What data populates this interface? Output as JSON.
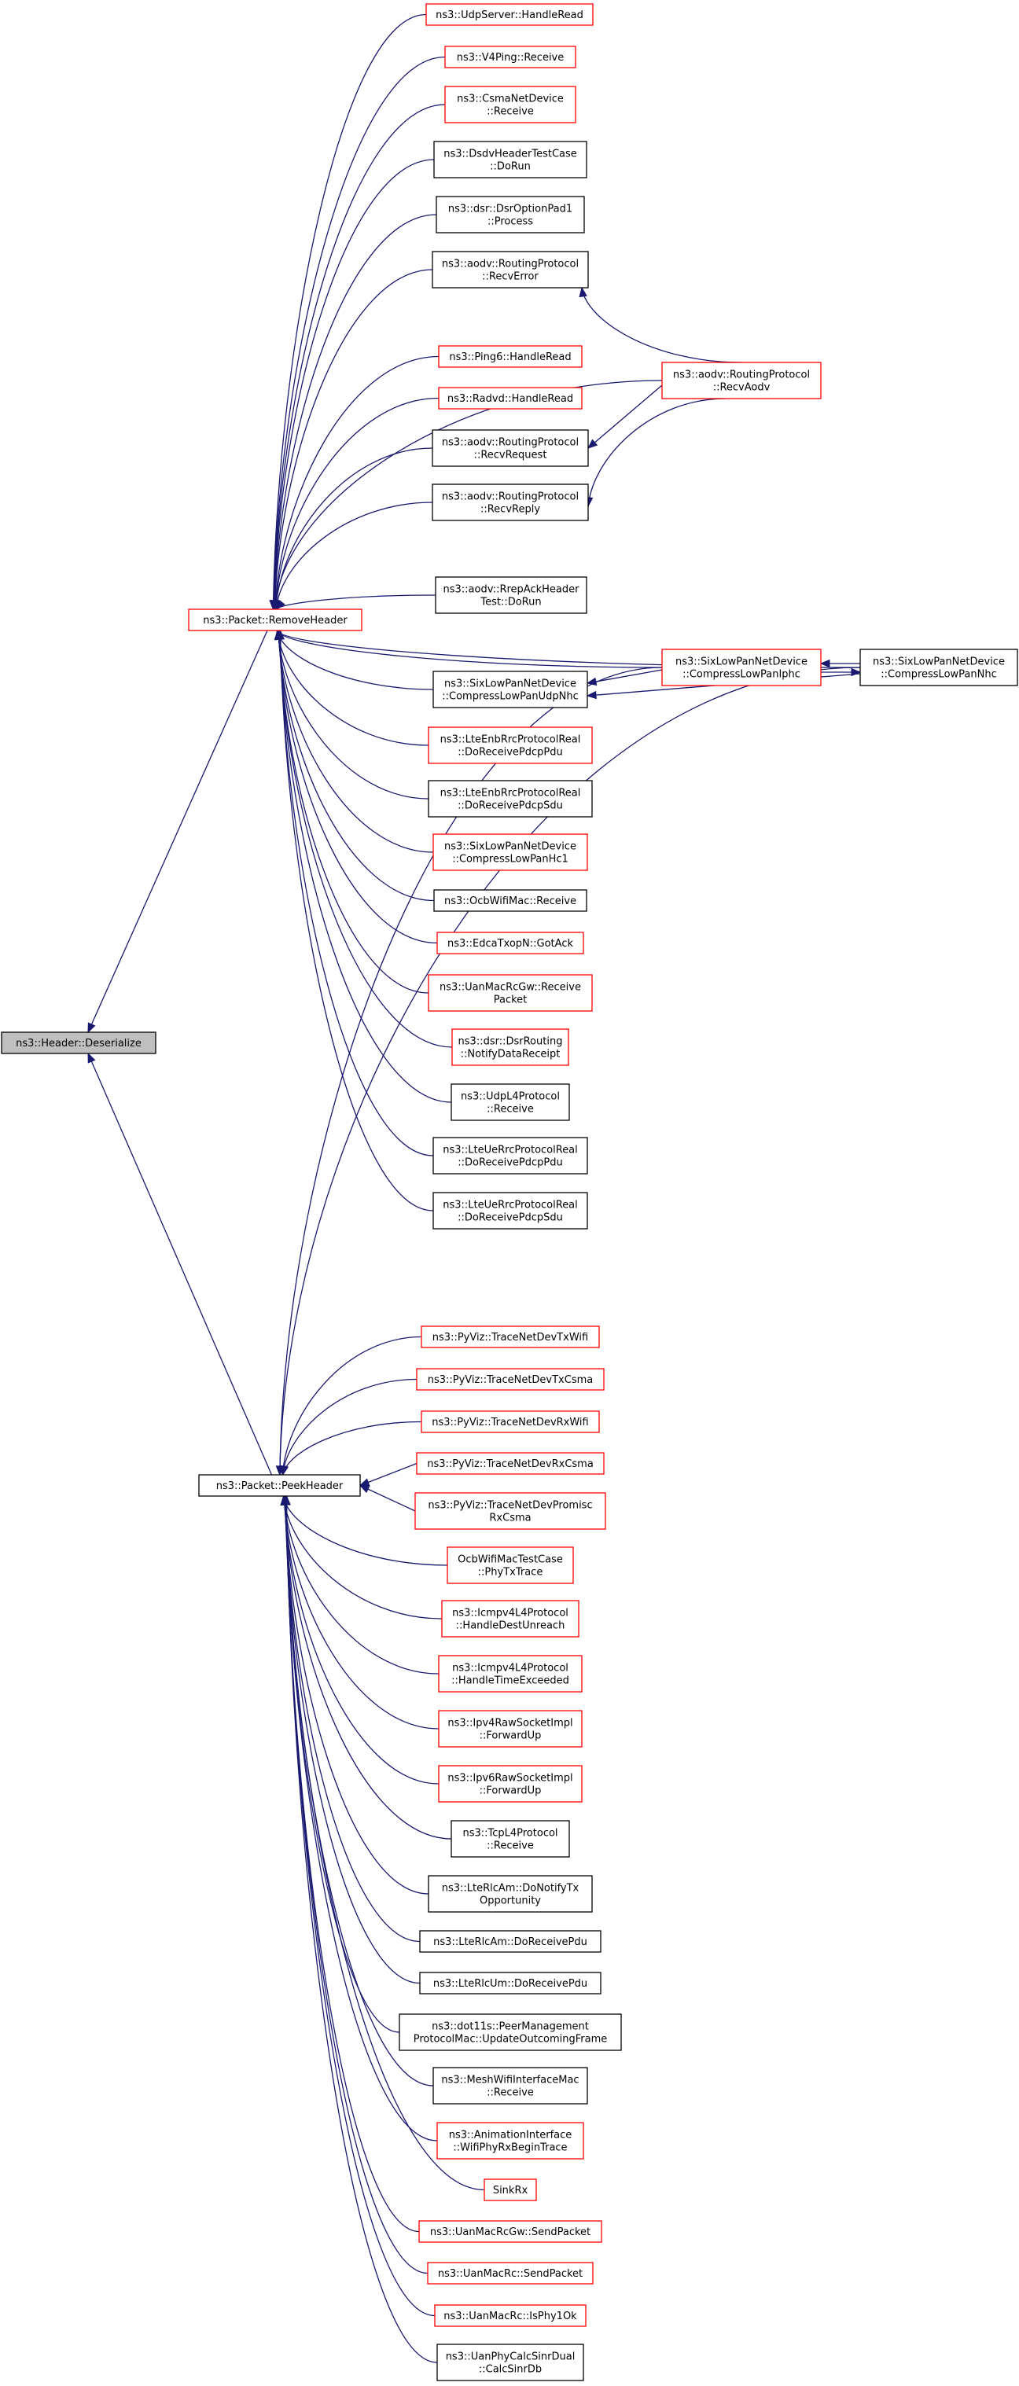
{
  "colors": {
    "edge": "#191970",
    "border_link": "#ff0000",
    "border_plain": "#000000",
    "root_fill": "#bfbfbf",
    "node_fill": "#ffffff"
  },
  "nodes": {
    "root": {
      "lines": [
        "ns3::Header::Deserialize"
      ],
      "style": "root"
    },
    "remove_header": {
      "lines": [
        "ns3::Packet::RemoveHeader"
      ],
      "style": "red"
    },
    "peek_header": {
      "lines": [
        "ns3::Packet::PeekHeader"
      ],
      "style": "black"
    },
    "udp_server": {
      "lines": [
        "ns3::UdpServer::HandleRead"
      ],
      "style": "red"
    },
    "v4ping": {
      "lines": [
        "ns3::V4Ping::Receive"
      ],
      "style": "red"
    },
    "csma_receive": {
      "lines": [
        "ns3::CsmaNetDevice",
        "::Receive"
      ],
      "style": "red"
    },
    "dsdv_test": {
      "lines": [
        "ns3::DsdvHeaderTestCase",
        "::DoRun"
      ],
      "style": "black"
    },
    "dsr_pad1": {
      "lines": [
        "ns3::dsr::DsrOptionPad1",
        "::Process"
      ],
      "style": "black"
    },
    "aodv_recverror": {
      "lines": [
        "ns3::aodv::RoutingProtocol",
        "::RecvError"
      ],
      "style": "black"
    },
    "ping6": {
      "lines": [
        "ns3::Ping6::HandleRead"
      ],
      "style": "red"
    },
    "radvd": {
      "lines": [
        "ns3::Radvd::HandleRead"
      ],
      "style": "red"
    },
    "aodv_recvrequest": {
      "lines": [
        "ns3::aodv::RoutingProtocol",
        "::RecvRequest"
      ],
      "style": "black"
    },
    "aodv_recvreply": {
      "lines": [
        "ns3::aodv::RoutingProtocol",
        "::RecvReply"
      ],
      "style": "black"
    },
    "aodv_recvaodv": {
      "lines": [
        "ns3::aodv::RoutingProtocol",
        "::RecvAodv"
      ],
      "style": "red"
    },
    "rrepack_test": {
      "lines": [
        "ns3::aodv::RrepAckHeader",
        "Test::DoRun"
      ],
      "style": "black"
    },
    "sixlowpan_nhc": {
      "lines": [
        "ns3::SixLowPanNetDevice",
        "::CompressLowPanNhc"
      ],
      "style": "black"
    },
    "sixlowpan_iphc": {
      "lines": [
        "ns3::SixLowPanNetDevice",
        "::CompressLowPanIphc"
      ],
      "style": "red"
    },
    "sixlowpan_udpnhc": {
      "lines": [
        "ns3::SixLowPanNetDevice",
        "::CompressLowPanUdpNhc"
      ],
      "style": "black"
    },
    "lte_enb_pdcppdu": {
      "lines": [
        "ns3::LteEnbRrcProtocolReal",
        "::DoReceivePdcpPdu"
      ],
      "style": "red"
    },
    "lte_enb_pdcpsdu": {
      "lines": [
        "ns3::LteEnbRrcProtocolReal",
        "::DoReceivePdcpSdu"
      ],
      "style": "black"
    },
    "sixlowpan_hc1": {
      "lines": [
        "ns3::SixLowPanNetDevice",
        "::CompressLowPanHc1"
      ],
      "style": "red"
    },
    "ocb_receive": {
      "lines": [
        "ns3::OcbWifiMac::Receive"
      ],
      "style": "black"
    },
    "edca_gotack": {
      "lines": [
        "ns3::EdcaTxopN::GotAck"
      ],
      "style": "red"
    },
    "uanmacrcgw_receive": {
      "lines": [
        "ns3::UanMacRcGw::Receive",
        "Packet"
      ],
      "style": "red"
    },
    "dsr_notify": {
      "lines": [
        "ns3::dsr::DsrRouting",
        "::NotifyDataReceipt"
      ],
      "style": "red"
    },
    "udpl4_receive": {
      "lines": [
        "ns3::UdpL4Protocol",
        "::Receive"
      ],
      "style": "black"
    },
    "lte_ue_pdcppdu": {
      "lines": [
        "ns3::LteUeRrcProtocolReal",
        "::DoReceivePdcpPdu"
      ],
      "style": "black"
    },
    "lte_ue_pdcpsdu": {
      "lines": [
        "ns3::LteUeRrcProtocolReal",
        "::DoReceivePdcpSdu"
      ],
      "style": "black"
    },
    "pyviz_txwifi": {
      "lines": [
        "ns3::PyViz::TraceNetDevTxWifi"
      ],
      "style": "red"
    },
    "pyviz_txcsma": {
      "lines": [
        "ns3::PyViz::TraceNetDevTxCsma"
      ],
      "style": "red"
    },
    "pyviz_rxwifi": {
      "lines": [
        "ns3::PyViz::TraceNetDevRxWifi"
      ],
      "style": "red"
    },
    "pyviz_rxcsma": {
      "lines": [
        "ns3::PyViz::TraceNetDevRxCsma"
      ],
      "style": "red"
    },
    "pyviz_promisc": {
      "lines": [
        "ns3::PyViz::TraceNetDevPromisc",
        "RxCsma"
      ],
      "style": "red"
    },
    "ocb_phytx": {
      "lines": [
        "OcbWifiMacTestCase",
        "::PhyTxTrace"
      ],
      "style": "red"
    },
    "icmp_destunreach": {
      "lines": [
        "ns3::Icmpv4L4Protocol",
        "::HandleDestUnreach"
      ],
      "style": "red"
    },
    "icmp_timeexceeded": {
      "lines": [
        "ns3::Icmpv4L4Protocol",
        "::HandleTimeExceeded"
      ],
      "style": "red"
    },
    "ipv4raw_forwardup": {
      "lines": [
        "ns3::Ipv4RawSocketImpl",
        "::ForwardUp"
      ],
      "style": "red"
    },
    "ipv6raw_forwardup": {
      "lines": [
        "ns3::Ipv6RawSocketImpl",
        "::ForwardUp"
      ],
      "style": "red"
    },
    "tcpl4_receive": {
      "lines": [
        "ns3::TcpL4Protocol",
        "::Receive"
      ],
      "style": "black"
    },
    "lterlcam_notify": {
      "lines": [
        "ns3::LteRlcAm::DoNotifyTx",
        "Opportunity"
      ],
      "style": "black"
    },
    "lterlcam_receive": {
      "lines": [
        "ns3::LteRlcAm::DoReceivePdu"
      ],
      "style": "black"
    },
    "lterlcum_receive": {
      "lines": [
        "ns3::LteRlcUm::DoReceivePdu"
      ],
      "style": "black"
    },
    "dot11s_peer": {
      "lines": [
        "ns3::dot11s::PeerManagement",
        "ProtocolMac::UpdateOutcomingFrame"
      ],
      "style": "black"
    },
    "meshwifi_receive": {
      "lines": [
        "ns3::MeshWifiInterfaceMac",
        "::Receive"
      ],
      "style": "black"
    },
    "anim_wifiphyrx": {
      "lines": [
        "ns3::AnimationInterface",
        "::WifiPhyRxBeginTrace"
      ],
      "style": "red"
    },
    "sinkrx": {
      "lines": [
        "SinkRx"
      ],
      "style": "red"
    },
    "uanmacrcgw_send": {
      "lines": [
        "ns3::UanMacRcGw::SendPacket"
      ],
      "style": "red"
    },
    "uanmacrc_send": {
      "lines": [
        "ns3::UanMacRc::SendPacket"
      ],
      "style": "red"
    },
    "uanmacrc_isphy": {
      "lines": [
        "ns3::UanMacRc::IsPhy1Ok"
      ],
      "style": "red"
    },
    "uanphy_calcsinr": {
      "lines": [
        "ns3::UanPhyCalcSinrDual",
        "::CalcSinrDb"
      ],
      "style": "black"
    }
  }
}
